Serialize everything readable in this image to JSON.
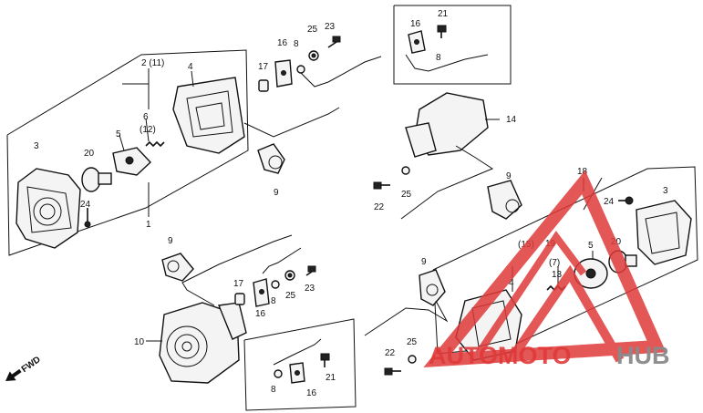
{
  "labels": {
    "front_left_group": "2 (11)",
    "p4a": "4",
    "p6": "6",
    "p12": "(12)",
    "p5a": "5",
    "p3a": "3",
    "p20a": "20",
    "p24a": "24",
    "p1": "1",
    "p17a": "17",
    "p16a": "16",
    "p8a": "8",
    "p25a": "25",
    "p23a": "23",
    "p9a": "9",
    "p16b": "16",
    "p21a": "21",
    "p8b": "8",
    "p14": "14",
    "p9b": "9",
    "p25b": "25",
    "p22a": "22",
    "p18": "18",
    "p24b": "24",
    "p3b": "3",
    "p15": "(15)",
    "p19": "19",
    "p7": "(7)",
    "p13": "13",
    "p5b": "5",
    "p20b": "20",
    "p4b": "4",
    "p9c": "9",
    "p17b": "17",
    "p8c": "8",
    "p25c": "25",
    "p23b": "23",
    "p16c": "16",
    "p10": "10",
    "p8d": "8",
    "p16d": "16",
    "p21b": "21",
    "p9d": "9",
    "p22b": "22",
    "p25d": "25"
  },
  "fwd_label": "FWD",
  "watermark": {
    "text_red": "AUTOMOTO",
    "text_gray": "HUB",
    "color_red": "#e03a3a",
    "color_gray": "#8a8a8a"
  }
}
